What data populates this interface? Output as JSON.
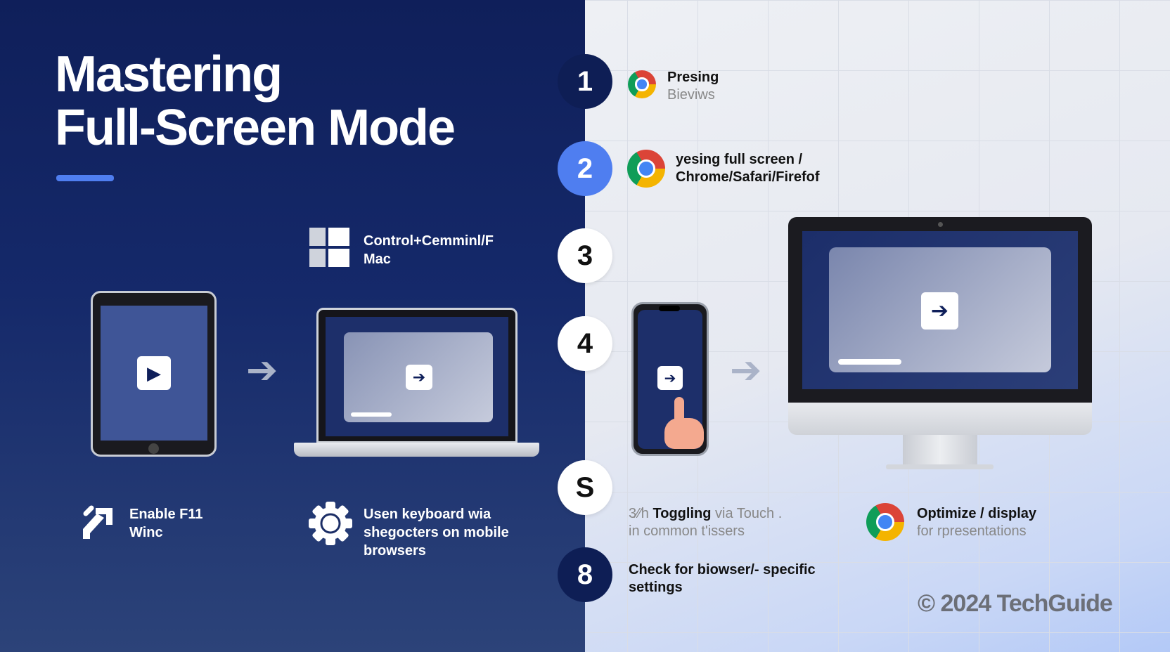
{
  "title": {
    "line1": "Mastering",
    "line2": "Full-Screen Mode"
  },
  "colors": {
    "left_bg": "#0f1f5a",
    "accent": "#4f7ef0",
    "right_bg": "#e9ecf2"
  },
  "left": {
    "windows": {
      "icon": "windows-icon",
      "line1": "Control+Cemminl/F",
      "line2": "Mac"
    },
    "enable": {
      "icon": "expand-icon",
      "line1": "Enable F11",
      "line2": "Winc"
    },
    "keyboard": {
      "icon": "gear-icon",
      "line1": "Usen keyboard wiа",
      "line2": "shegocters on mobile",
      "line3": "browsers"
    }
  },
  "steps": [
    {
      "num": "1",
      "line1": "Presing",
      "line2": "Bieviws",
      "icon": "chrome-icon"
    },
    {
      "num": "2",
      "line1": "уesing full screen /",
      "line2": "Chrome/Safari/Firefof",
      "icon": "chrome-icon"
    },
    {
      "num": "3"
    },
    {
      "num": "4"
    },
    {
      "num": "S",
      "prefix": "3⁄⁄h",
      "line1_bold": "Toggling",
      "line1_rest": "via Touch .",
      "line2": "in common t'issers"
    },
    {
      "num": "8",
      "line1": "Check for biowser/- specific",
      "line2": "settings"
    }
  ],
  "optimize": {
    "icon": "chrome-icon",
    "line1": "Optimize / display",
    "line2": "for rpresentations"
  },
  "footer": {
    "copyright": "© 2024 TechGuide"
  },
  "device_icons": {
    "play": "▶",
    "enter": "➔",
    "arrow": "➔"
  }
}
